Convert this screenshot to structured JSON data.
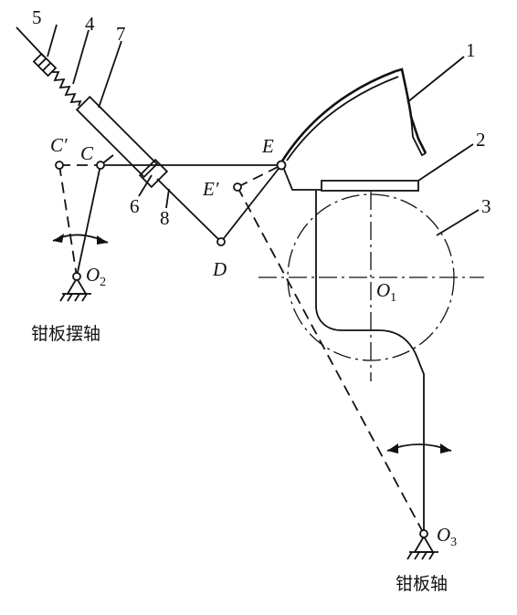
{
  "labels": {
    "part_5": "5",
    "part_4": "4",
    "part_7": "7",
    "part_1": "1",
    "part_2": "2",
    "part_3": "3",
    "part_6": "6",
    "part_8": "8",
    "point_c_prime": "C′",
    "point_c": "C",
    "point_e": "E",
    "point_e_prime": "E′",
    "point_d": "D",
    "point_o1": "O",
    "point_o1_sub": "1",
    "point_o2": "O",
    "point_o2_sub": "2",
    "point_o3": "O",
    "point_o3_sub": "3"
  },
  "captions": {
    "pivot_shaft_left": "钳板摆轴",
    "pivot_shaft_right": "钳板轴"
  }
}
